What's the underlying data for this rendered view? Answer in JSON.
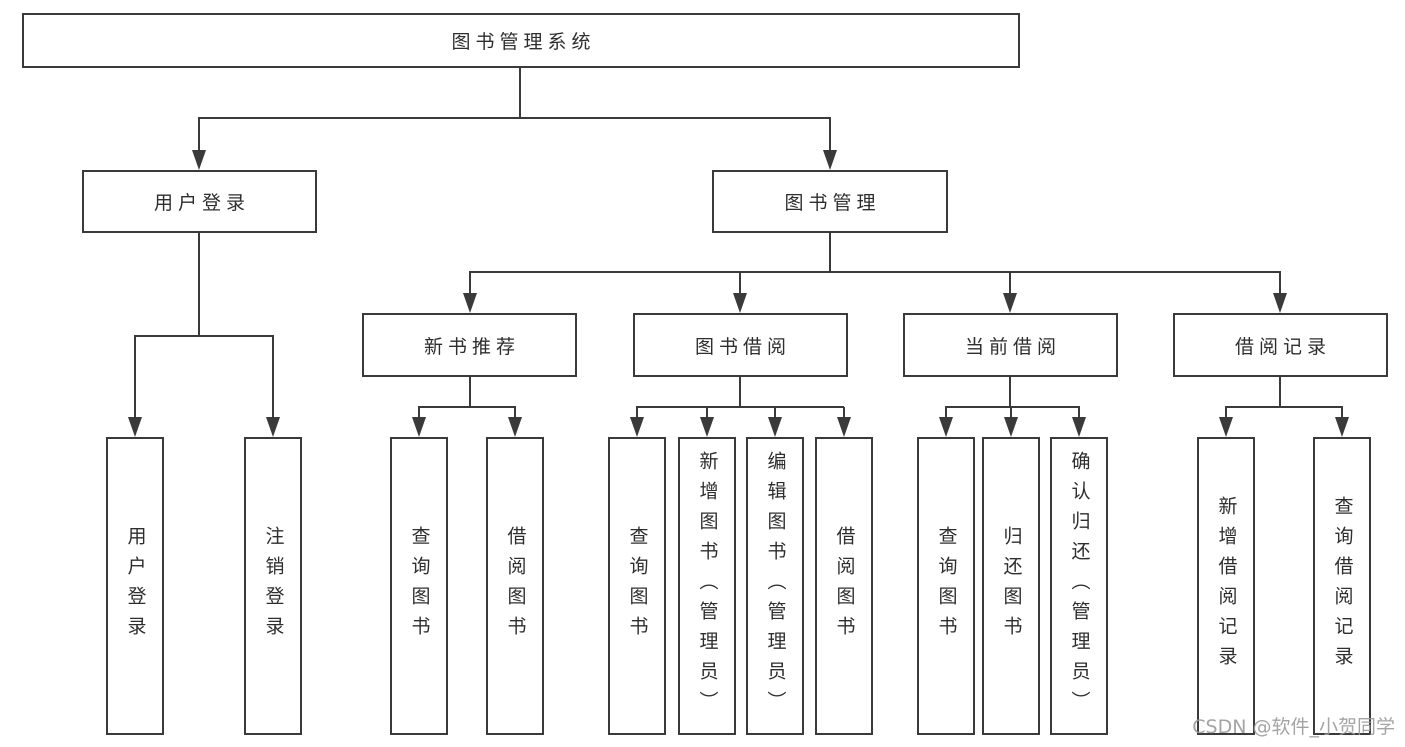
{
  "colors": {
    "line": "#3a3a3a",
    "text": "#2e2e2e",
    "box_bg": "#ffffff",
    "watermark": "#9b9b9b",
    "background": "#ffffff"
  },
  "watermark": {
    "text": "CSDN @软件_小贺同学"
  },
  "tree": {
    "label": "图书管理系统",
    "children": [
      {
        "label": "用户登录",
        "children": [
          {
            "label": "用户登录"
          },
          {
            "label": "注销登录"
          }
        ]
      },
      {
        "label": "图书管理",
        "children": [
          {
            "label": "新书推荐",
            "children": [
              {
                "label": "查询图书"
              },
              {
                "label": "借阅图书"
              }
            ]
          },
          {
            "label": "图书借阅",
            "children": [
              {
                "label": "查询图书"
              },
              {
                "label": "新增图书（管理员）"
              },
              {
                "label": "编辑图书（管理员）"
              },
              {
                "label": "借阅图书"
              }
            ]
          },
          {
            "label": "当前借阅",
            "children": [
              {
                "label": "查询图书"
              },
              {
                "label": "归还图书"
              },
              {
                "label": "确认归还（管理员）"
              }
            ]
          },
          {
            "label": "借阅记录",
            "children": [
              {
                "label": "新增借阅记录"
              },
              {
                "label": "查询借阅记录"
              }
            ]
          }
        ]
      }
    ]
  }
}
